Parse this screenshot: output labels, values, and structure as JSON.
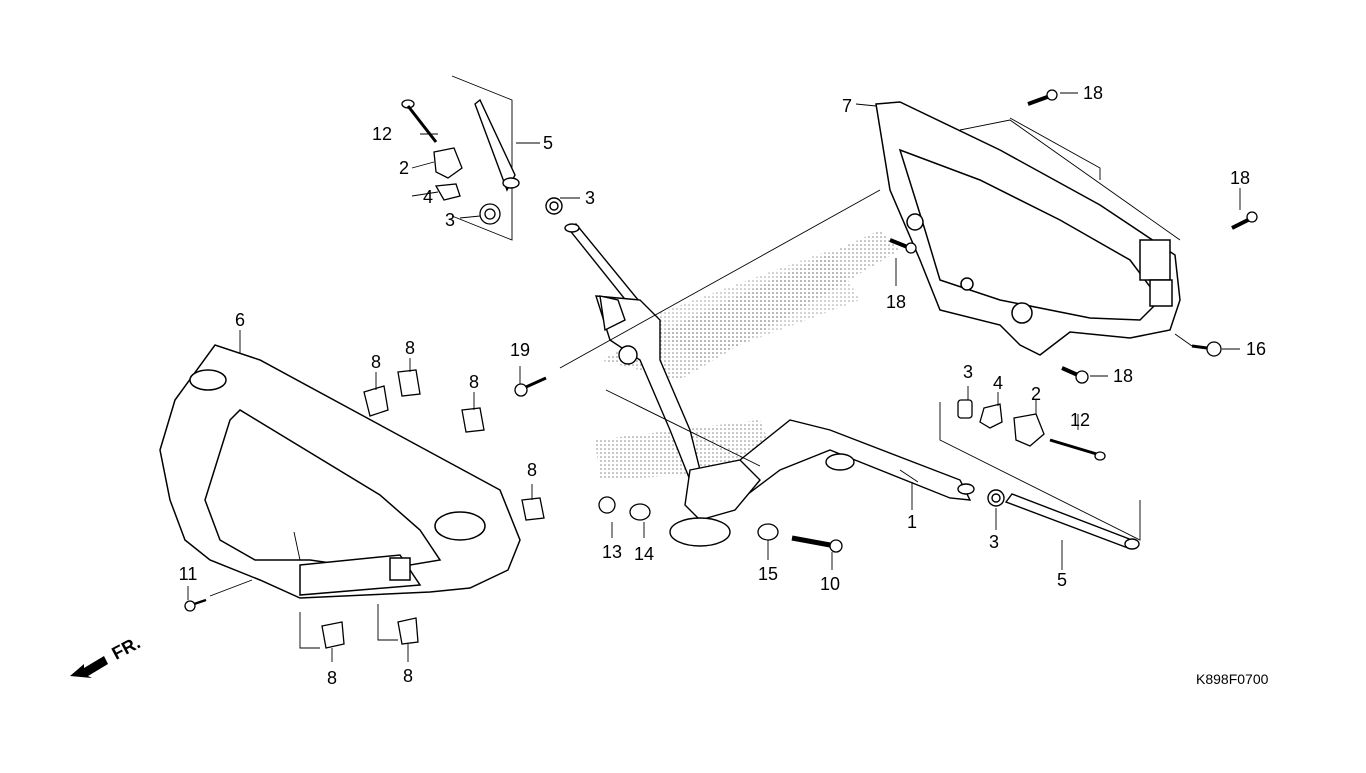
{
  "diagram": {
    "code": "K898F0700",
    "front_mark": "FR.",
    "callouts": [
      "1",
      "2",
      "2",
      "3",
      "3",
      "3",
      "3",
      "4",
      "4",
      "5",
      "5",
      "6",
      "7",
      "8",
      "8",
      "8",
      "8",
      "8",
      "8",
      "10",
      "11",
      "12",
      "12",
      "13",
      "14",
      "15",
      "16",
      "18",
      "18",
      "18",
      "18",
      "19"
    ]
  }
}
